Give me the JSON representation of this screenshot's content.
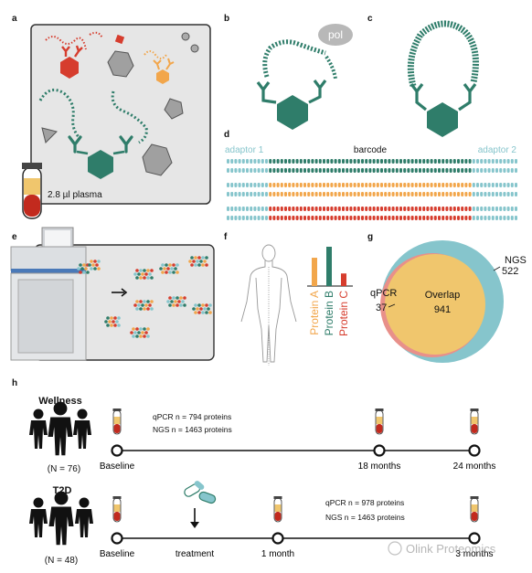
{
  "panels": {
    "a": "a",
    "b": "b",
    "c": "c",
    "d": "d",
    "e": "e",
    "f": "f",
    "g": "g",
    "h": "h"
  },
  "panel_a": {
    "volume_label": "2.8 µl plasma"
  },
  "panel_b": {
    "enzyme_label": "pol"
  },
  "panel_d": {
    "adaptor1": "adaptor 1",
    "barcode": "barcode",
    "adaptor2": "adaptor 2"
  },
  "panel_f": {
    "bars": [
      {
        "label": "Protein A",
        "color": "#f2a64b",
        "value": 0.72
      },
      {
        "label": "Protein B",
        "color": "#2f7d6a",
        "value": 1.0
      },
      {
        "label": "Protein C",
        "color": "#d63d2e",
        "value": 0.32
      }
    ]
  },
  "panel_g": {
    "ngs_label": "NGS",
    "ngs_value": "522",
    "qpcr_label": "qPCR",
    "qpcr_value": "37",
    "overlap_label": "Overlap",
    "overlap_value": "941",
    "colors": {
      "ngs": "#86c5cc",
      "overlap": "#f0c66d",
      "qpcr": "#e8908a"
    }
  },
  "panel_h": {
    "wellness": {
      "title": "Wellness",
      "n": "(N = 76)",
      "info_qpcr": "qPCR n = 794 proteins",
      "info_ngs": "NGS n = 1463 proteins",
      "timepoints": [
        "Baseline",
        "18 months",
        "24 months"
      ]
    },
    "t2d": {
      "title": "T2D",
      "n": "(N = 48)",
      "info_qpcr": "qPCR n = 978 proteins",
      "info_ngs": "NGS n = 1463 proteins",
      "timepoints": [
        "Baseline",
        "treatment",
        "1 month",
        "3 months"
      ]
    }
  },
  "watermark": "Olink Proteomics",
  "colors": {
    "teal": "#2f7d6a",
    "orange": "#f2a64b",
    "red": "#d63d2e",
    "lightblue": "#86c5cc",
    "gray": "#8c8c8c"
  }
}
